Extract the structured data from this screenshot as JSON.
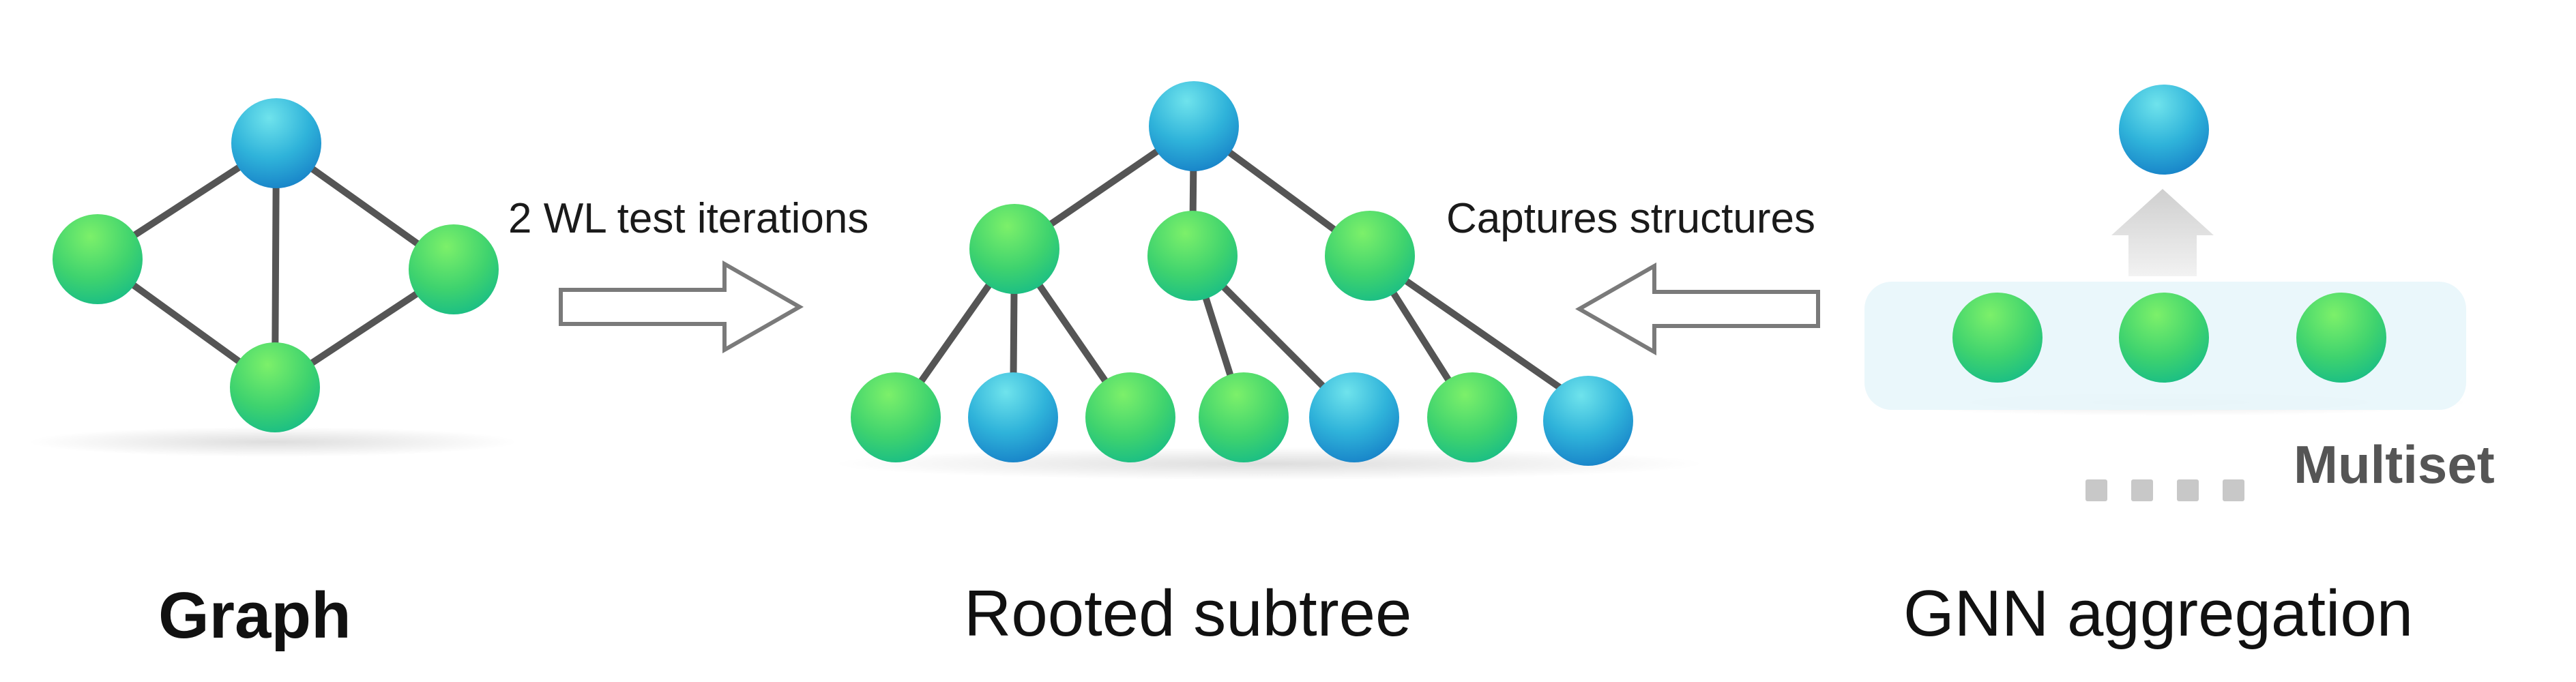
{
  "labels": {
    "wl_arrow": "2 WL test iterations",
    "captures_arrow": "Captures structures",
    "multiset": "Multiset"
  },
  "captions": {
    "graph": "Graph",
    "subtree": "Rooted subtree",
    "gnn": "GNN aggregation"
  },
  "colors": {
    "green_node_top": "#7cf06a",
    "green_node_bottom": "#12b98a",
    "blue_node_top": "#6fe3ec",
    "blue_node_bottom": "#1277c4",
    "edge": "#555555",
    "arrow_outline": "#7a7a7a",
    "multiset_box": "#e8f6fb",
    "up_arrow": "#d9d9d9",
    "dots": "#c8c8c8"
  }
}
